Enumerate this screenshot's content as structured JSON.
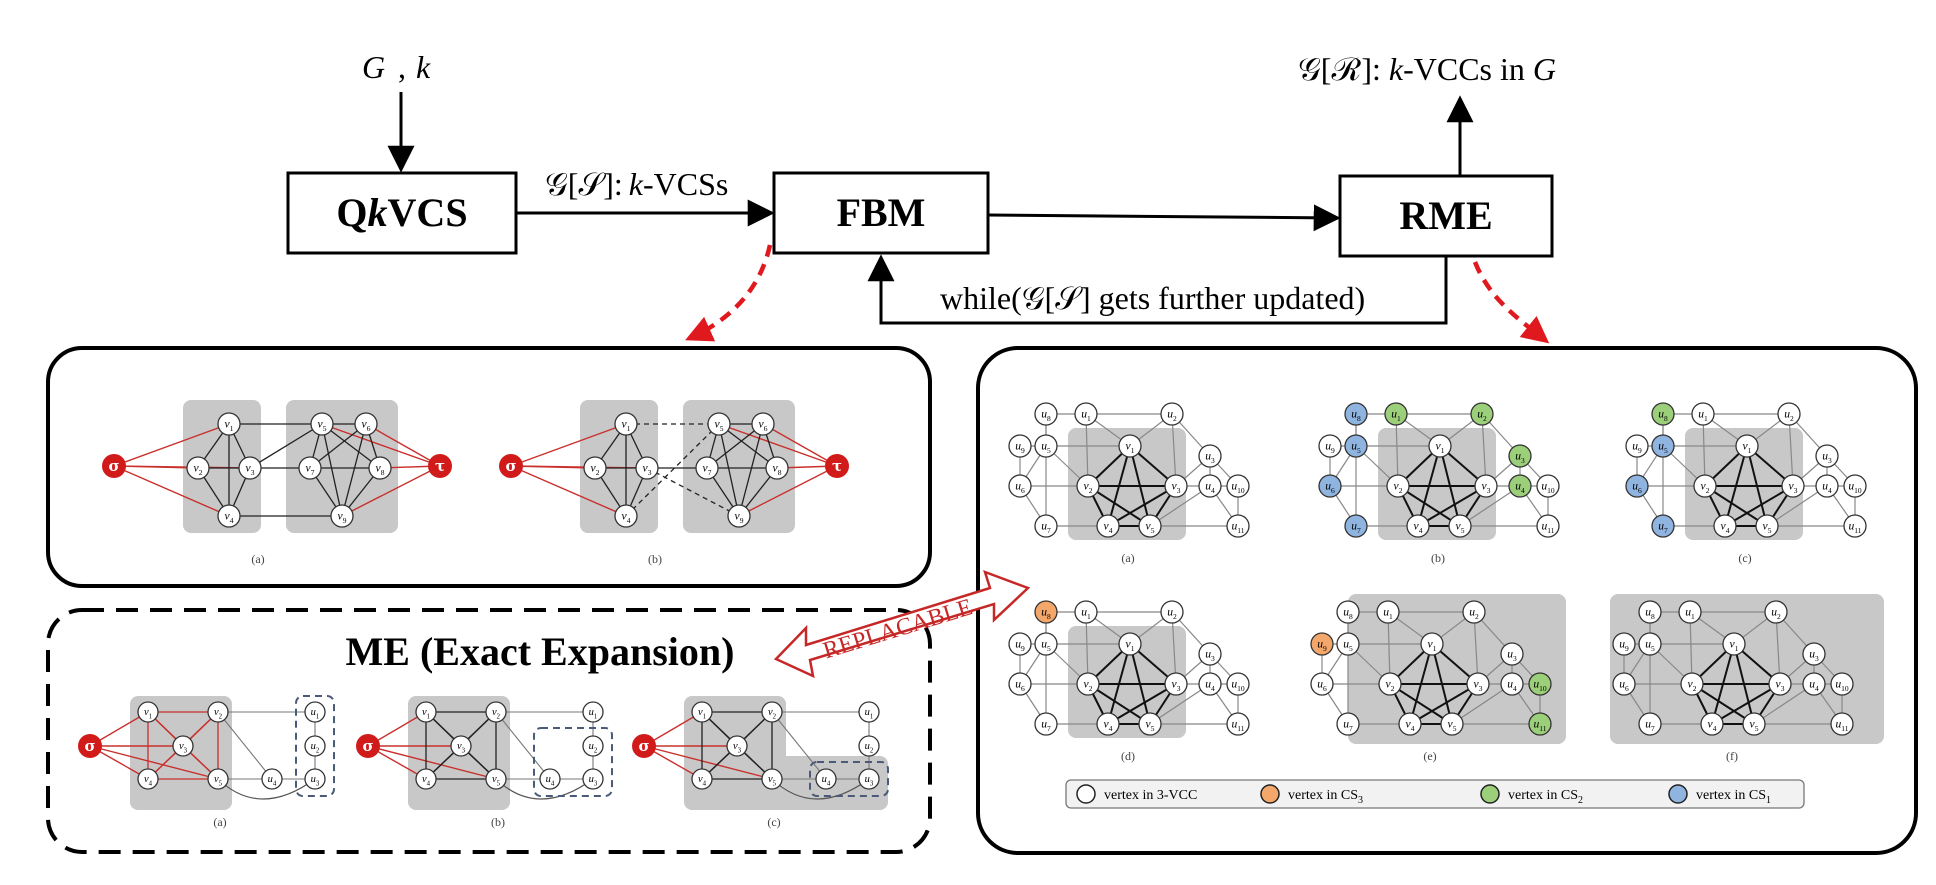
{
  "inputs": {
    "g": "G",
    "k": "k"
  },
  "output": {
    "prefix": "𝒢[ℛ]:",
    "k": "k",
    "rest": "-VCCs in",
    "g": "G"
  },
  "boxes": {
    "qkvcs_q": "Q",
    "qkvcs_k": "k",
    "qkvcs_rest": "VCS",
    "fbm": "FBM",
    "rme": "RME"
  },
  "edge_labels": {
    "qkvcs_to_fbm_a": "𝒢[𝒮]:",
    "qkvcs_to_fbm_k": "k",
    "qkvcs_to_fbm_b": "-VCSs",
    "feedback": "while(𝒢[𝒮]  gets further updated)"
  },
  "me_panel": {
    "title": "ME (Exact Expansion)"
  },
  "replacable": "REPLACABLE",
  "subfig_labels": {
    "a": "(a)",
    "b": "(b)",
    "c": "(c)",
    "d": "(d)",
    "e": "(e)",
    "f": "(f)"
  },
  "symbols": {
    "sigma": "σ",
    "tau": "τ"
  },
  "legend": [
    {
      "text": "vertex in 3-VCC",
      "sub": "",
      "color": "#ffffff"
    },
    {
      "text": "vertex in CS",
      "sub": "3",
      "color": "#f4a76b"
    },
    {
      "text": "vertex in CS",
      "sub": "2",
      "color": "#9ccf7a"
    },
    {
      "text": "vertex in CS",
      "sub": "1",
      "color": "#8fb4e0"
    }
  ],
  "colors": {
    "arrow_red": "#e0191f",
    "source_node": "#d11a1a",
    "shade": "#c8c8c8",
    "red_edge": "#c9302c",
    "dash_box": "#4a5a78"
  },
  "graphs": {
    "top": [
      {
        "key": "a",
        "source": "σ",
        "sink": "τ",
        "nodes": [
          "v1",
          "v2",
          "v3",
          "v4",
          "v5",
          "v6",
          "v7",
          "v8",
          "v9"
        ]
      },
      {
        "key": "b",
        "source": "σ",
        "sink": "τ",
        "nodes": [
          "v1",
          "v2",
          "v3",
          "v4",
          "v5",
          "v6",
          "v7",
          "v8",
          "v9"
        ]
      }
    ],
    "me": [
      {
        "key": "a",
        "source": "σ",
        "nodes": [
          "v1",
          "v2",
          "v3",
          "v4",
          "v5",
          "u1",
          "u2",
          "u3",
          "u4"
        ]
      },
      {
        "key": "b",
        "source": "σ",
        "nodes": [
          "v1",
          "v2",
          "v3",
          "v4",
          "v5",
          "u1",
          "u2",
          "u3",
          "u4"
        ]
      },
      {
        "key": "c",
        "source": "σ",
        "nodes": [
          "v1",
          "v2",
          "v3",
          "v4",
          "v5",
          "u1",
          "u2",
          "u3",
          "u4"
        ]
      }
    ],
    "rme": [
      {
        "key": "a",
        "nodes": [
          "u1",
          "u2",
          "u3",
          "u4",
          "u5",
          "u6",
          "u7",
          "u8",
          "u9",
          "u10",
          "u11",
          "v1",
          "v2",
          "v3",
          "v4",
          "v5"
        ]
      },
      {
        "key": "b",
        "nodes": [
          "u1",
          "u2",
          "u3",
          "u4",
          "u5",
          "u6",
          "u7",
          "u8",
          "u9",
          "u10",
          "u11",
          "v1",
          "v2",
          "v3",
          "v4",
          "v5"
        ],
        "colored": {
          "u8": "cs1",
          "u5": "cs1",
          "u6": "cs1",
          "u7": "cs1",
          "u1": "cs2",
          "u2": "cs2",
          "u3": "cs2",
          "u4": "cs2"
        }
      },
      {
        "key": "c",
        "nodes": [
          "u1",
          "u2",
          "u3",
          "u4",
          "u5",
          "u6",
          "u7",
          "u8",
          "u9",
          "u10",
          "u11",
          "v1",
          "v2",
          "v3",
          "v4",
          "v5"
        ],
        "colored": {
          "u8": "cs2",
          "u5": "cs1",
          "u6": "cs1",
          "u7": "cs1"
        }
      },
      {
        "key": "d",
        "nodes": [
          "u1",
          "u2",
          "u3",
          "u4",
          "u5",
          "u6",
          "u7",
          "u8",
          "u9",
          "u10",
          "u11",
          "v1",
          "v2",
          "v3",
          "v4",
          "v5"
        ],
        "colored": {
          "u8": "cs3"
        }
      },
      {
        "key": "e",
        "nodes": [
          "u1",
          "u2",
          "u3",
          "u4",
          "u5",
          "u6",
          "u7",
          "u8",
          "u9",
          "u10",
          "u11",
          "v1",
          "v2",
          "v3",
          "v4",
          "v5"
        ],
        "colored": {
          "u9": "cs3",
          "u10": "cs2",
          "u11": "cs2"
        }
      },
      {
        "key": "f",
        "nodes": [
          "u1",
          "u2",
          "u3",
          "u4",
          "u5",
          "u6",
          "u7",
          "u8",
          "u9",
          "u10",
          "u11",
          "v1",
          "v2",
          "v3",
          "v4",
          "v5"
        ]
      }
    ]
  }
}
